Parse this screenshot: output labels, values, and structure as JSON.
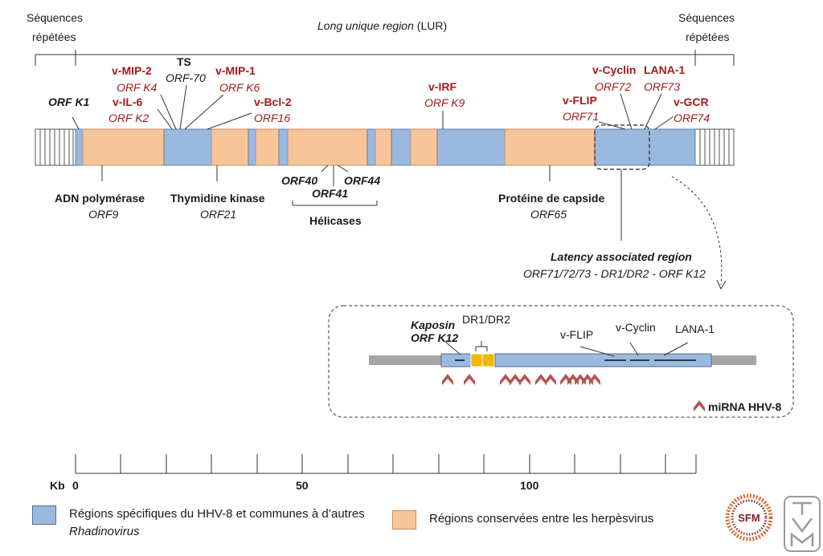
{
  "header": {
    "left_repeat": [
      "Séquences",
      "répétées"
    ],
    "right_repeat": [
      "Séquences",
      "répétées"
    ],
    "lur": {
      "italic": "Long unique region",
      "suffix": " (LUR)"
    }
  },
  "genes_top": [
    {
      "id": "orfk1",
      "name": "ORF K1",
      "orf": ""
    },
    {
      "id": "vil6",
      "name": "v-IL-6",
      "orf": "ORF K2"
    },
    {
      "id": "vmip2",
      "name": "v-MIP-2",
      "orf": "ORF K4"
    },
    {
      "id": "ts",
      "name": "TS",
      "orf": "ORF-70"
    },
    {
      "id": "vmip1",
      "name": "v-MIP-1",
      "orf": "ORF K6"
    },
    {
      "id": "vbcl2",
      "name": "v-Bcl-2",
      "orf": "ORF16"
    },
    {
      "id": "virf",
      "name": "v-IRF",
      "orf": "ORF K9"
    },
    {
      "id": "vflip",
      "name": "v-FLIP",
      "orf": "ORF71"
    },
    {
      "id": "vcyclin",
      "name": "v-Cyclin",
      "orf": "ORF72"
    },
    {
      "id": "lana1",
      "name": "LANA-1",
      "orf": "ORF73"
    },
    {
      "id": "vgcr",
      "name": "v-GCR",
      "orf": "ORF74"
    }
  ],
  "genes_bottom": [
    {
      "id": "adnpol",
      "name": "ADN polymérase",
      "orf": "ORF9"
    },
    {
      "id": "tk",
      "name": "Thymidine kinase",
      "orf": "ORF21"
    },
    {
      "id": "capside",
      "name": "Protéine de capside",
      "orf": "ORF65"
    }
  ],
  "helicases": {
    "orf40": "ORF40",
    "orf41": "ORF41",
    "orf44": "ORF44",
    "label": "Hélicases"
  },
  "latency": {
    "title": "Latency associated region",
    "detail": "ORF71/72/73 - DR1/DR2 - ORF K12"
  },
  "inset": {
    "kaposin": [
      "Kaposin",
      "ORF K12"
    ],
    "dr": "DR1/DR2",
    "vflip": "v-FLIP",
    "vcyclin": "v-Cyclin",
    "lana1": "LANA-1",
    "mirna_legend": "miRNA HHV-8"
  },
  "scale": {
    "unit": "Kb",
    "ticks": [
      "0",
      "50",
      "100"
    ]
  },
  "legend": {
    "blue_text_prefix": "Régions spécifiques du HHV-8 et communes à d’autres ",
    "blue_text_italic": "Rhadinovirus",
    "orange_text": "Régions conservées entre les herpèsvirus"
  },
  "logos": {
    "sfm": "SFM"
  },
  "colors": {
    "blue": "#9bb9de",
    "orange": "#f8c59a",
    "red": "#a01c1c",
    "gray": "#a6a6a6",
    "yellow": "#f2b705",
    "mirna": "#b5534f"
  }
}
